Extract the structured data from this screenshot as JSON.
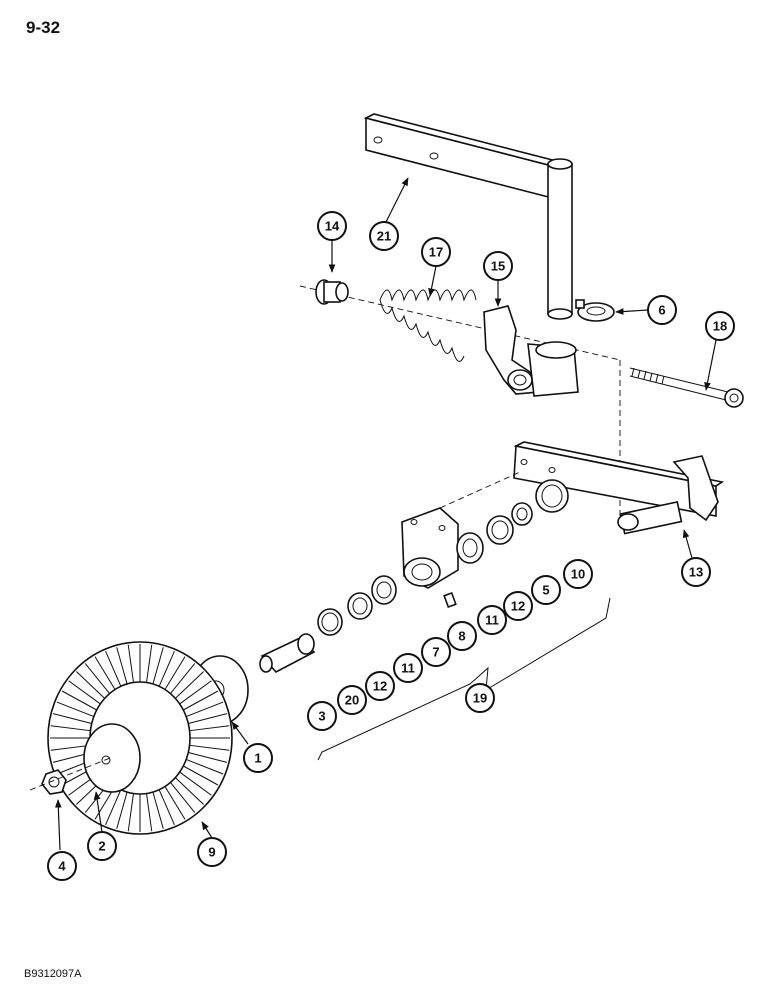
{
  "page": {
    "number": "9-32",
    "figure_code": "B9312097A"
  },
  "callouts": [
    {
      "id": "c1",
      "label": "1"
    },
    {
      "id": "c2",
      "label": "2"
    },
    {
      "id": "c3",
      "label": "3"
    },
    {
      "id": "c4",
      "label": "4"
    },
    {
      "id": "c5",
      "label": "5"
    },
    {
      "id": "c6",
      "label": "6"
    },
    {
      "id": "c7",
      "label": "7"
    },
    {
      "id": "c8",
      "label": "8"
    },
    {
      "id": "c9",
      "label": "9"
    },
    {
      "id": "c10",
      "label": "10"
    },
    {
      "id": "c11a",
      "label": "11"
    },
    {
      "id": "c11b",
      "label": "11"
    },
    {
      "id": "c12a",
      "label": "12"
    },
    {
      "id": "c12b",
      "label": "12"
    },
    {
      "id": "c13",
      "label": "13"
    },
    {
      "id": "c14",
      "label": "14"
    },
    {
      "id": "c15",
      "label": "15"
    },
    {
      "id": "c17",
      "label": "17"
    },
    {
      "id": "c18",
      "label": "18"
    },
    {
      "id": "c19",
      "label": "19"
    },
    {
      "id": "c20",
      "label": "20"
    },
    {
      "id": "c21",
      "label": "21"
    }
  ]
}
